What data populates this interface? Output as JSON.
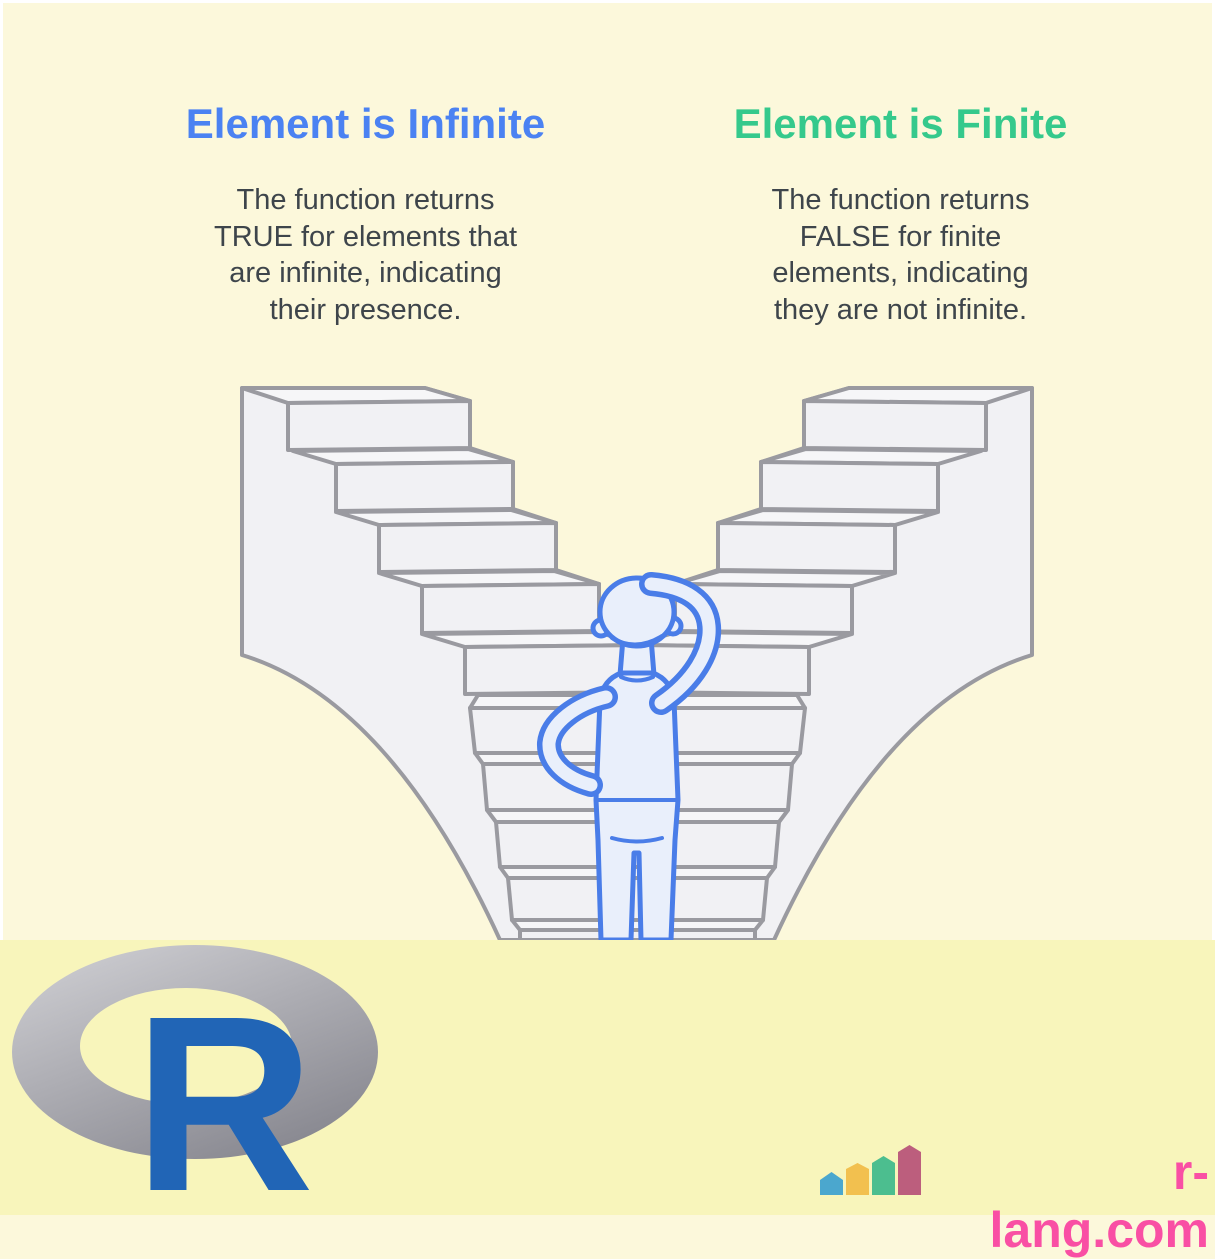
{
  "page": {
    "background_color": "#FCF8DB",
    "band_color": "#F8F5BB",
    "border_color": "#FFFFFF"
  },
  "columns": {
    "infinite": {
      "title": "Element is Infinite",
      "title_color": "#4B82F2",
      "description": "The function returns\nTRUE for elements that\nare infinite, indicating\ntheir presence."
    },
    "finite": {
      "title": "Element is Finite",
      "title_color": "#35C98C",
      "description": "The function returns\nFALSE for finite\nelements, indicating\nthey are not infinite."
    }
  },
  "illustration": {
    "subject": "person scratching head at fork between two staircases",
    "stair_fill": "#F1F1F4",
    "stair_outline": "#9A9AA0",
    "person_outline": "#4A7DE8",
    "person_fill": "#E9EFFB"
  },
  "footer": {
    "r_logo_letter": "R",
    "r_logo_letter_color": "#2165B6",
    "brand_text": "r-lang.com",
    "brand_color": "#F94FA4",
    "houses": [
      {
        "name": "house-small",
        "color": "#4BA7CE"
      },
      {
        "name": "house-medium",
        "color": "#F2C04F"
      },
      {
        "name": "house-large",
        "color": "#4CBE8F"
      },
      {
        "name": "house-largest",
        "color": "#BC5E7D"
      }
    ]
  }
}
